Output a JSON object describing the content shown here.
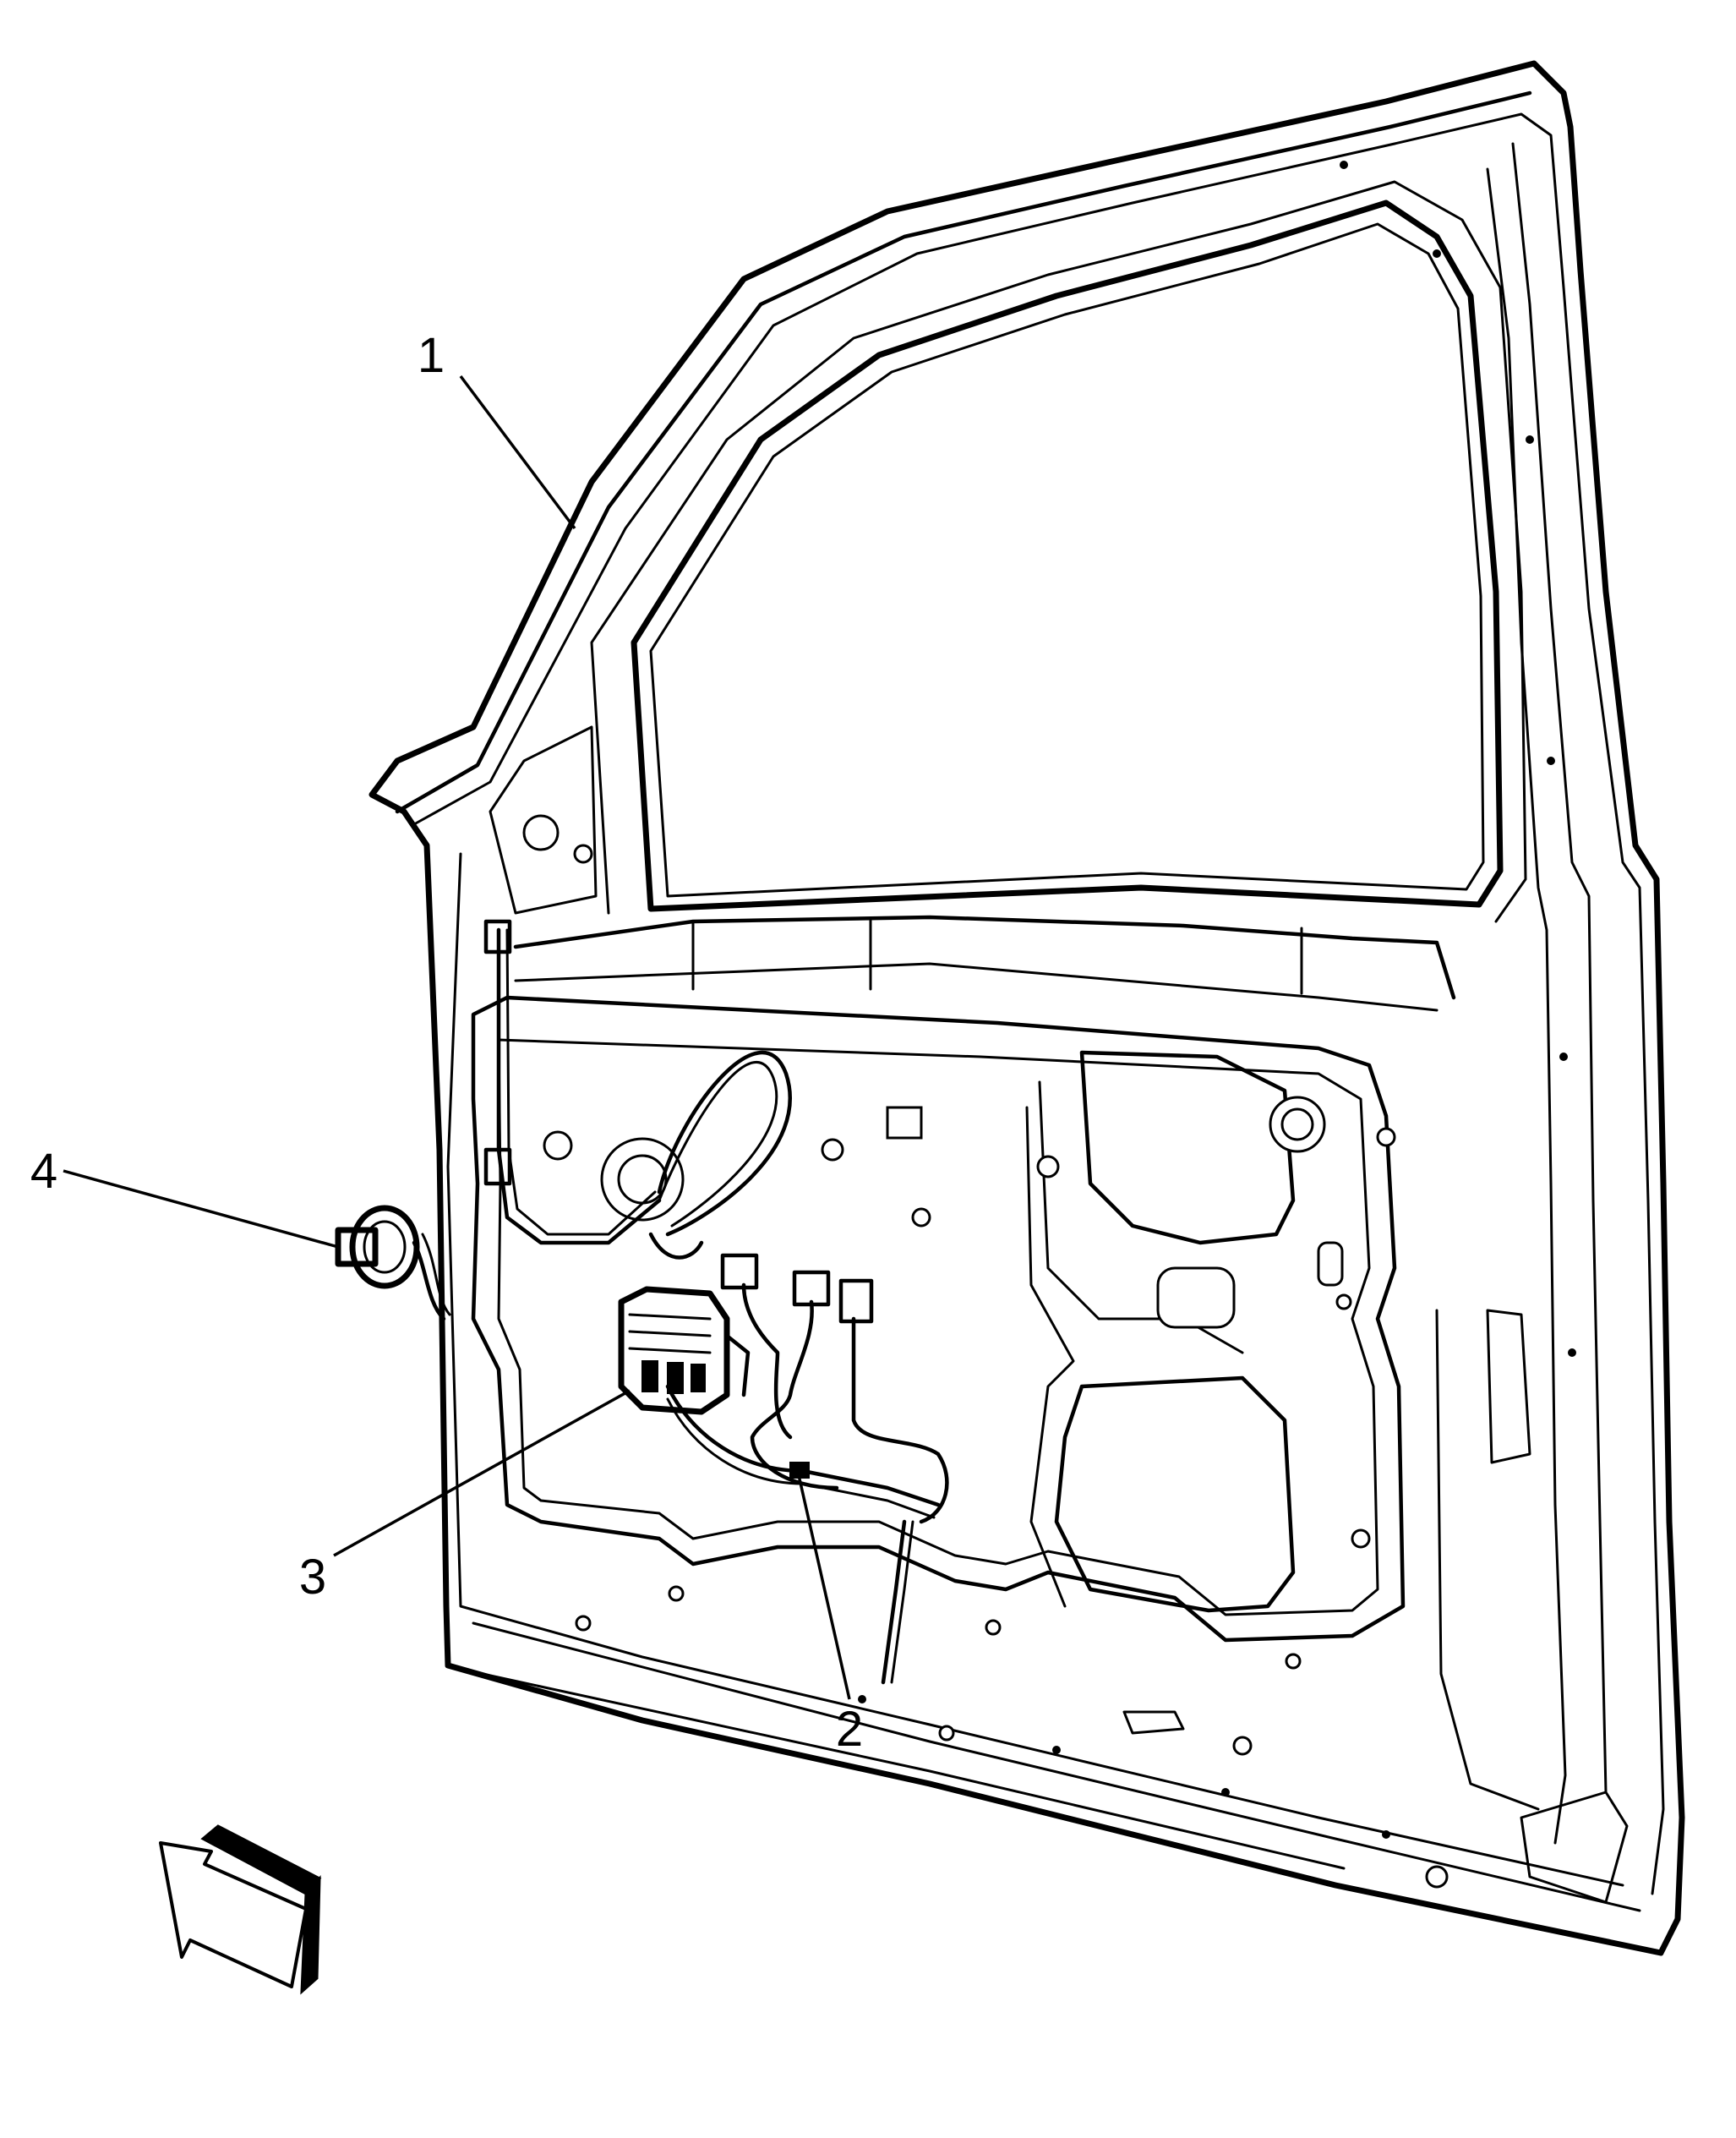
{
  "diagram": {
    "callouts": [
      {
        "id": "1",
        "label": "1",
        "part": "door-panel"
      },
      {
        "id": "2",
        "label": "2",
        "part": "wiring-harness-retainer"
      },
      {
        "id": "3",
        "label": "3",
        "part": "door-module-connector"
      },
      {
        "id": "4",
        "label": "4",
        "part": "harness-grommet-connector"
      }
    ],
    "icons": {
      "view_direction": "view-direction-arrow-icon"
    },
    "colors": {
      "line": "#000000",
      "background": "#ffffff"
    }
  }
}
